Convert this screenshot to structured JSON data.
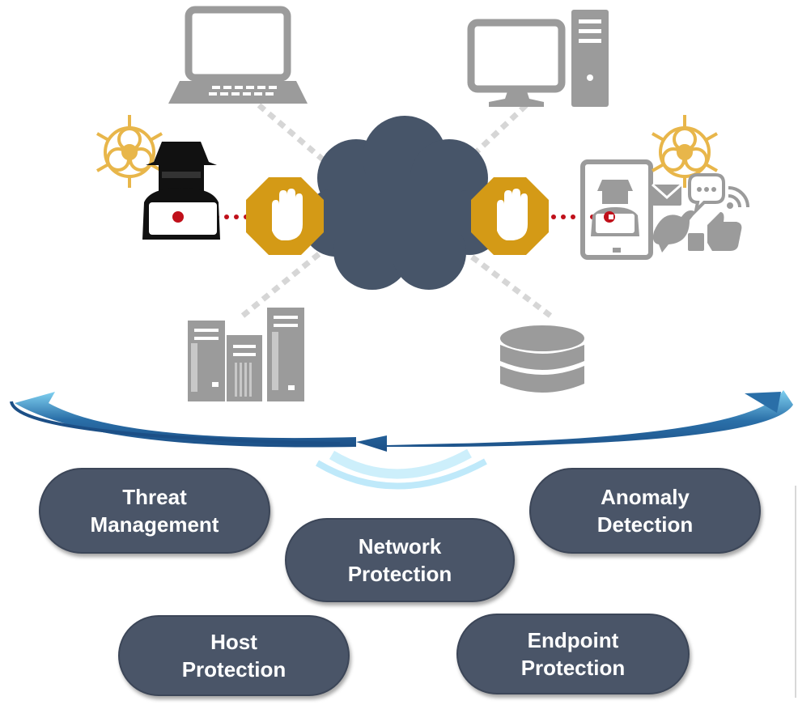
{
  "capabilities": [
    {
      "id": "threat-management",
      "line1": "Threat",
      "line2": "Management"
    },
    {
      "id": "network-protection",
      "line1": "Network",
      "line2": "Protection"
    },
    {
      "id": "anomaly-detection",
      "line1": "Anomaly",
      "line2": "Detection"
    },
    {
      "id": "host-protection",
      "line1": "Host",
      "line2": "Protection"
    },
    {
      "id": "endpoint-protection",
      "line1": "Endpoint",
      "line2": "Protection"
    }
  ],
  "colors": {
    "pill": "#4a5568",
    "device_gray": "#9b9b9b",
    "cloud": "#475569",
    "stop_octagon": "#d49a16",
    "biohazard": "#e8b64a",
    "arrow_blue": "#2a6fa8",
    "threat_red": "#c0101a"
  },
  "icons": [
    "laptop-icon",
    "desktop-icon",
    "cloud-icon",
    "hacker-icon",
    "stop-hand-icon",
    "tablet-hacker-icon",
    "social-icons",
    "biohazard-icon",
    "server-rack-icon",
    "database-icon",
    "cycle-arrow-icon"
  ]
}
